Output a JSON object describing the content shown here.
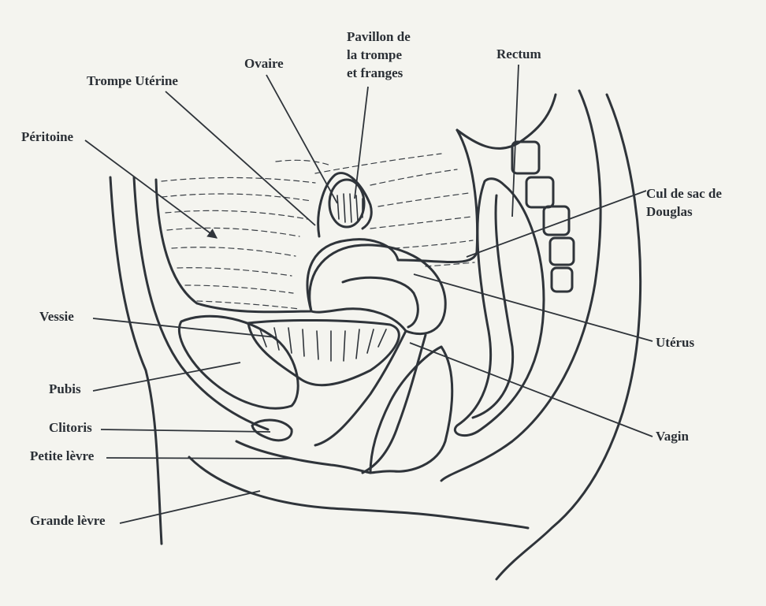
{
  "labels": {
    "peritoine": "Péritoine",
    "trompe": "Trompe Utérine",
    "ovaire": "Ovaire",
    "pavillon_1": "Pavillon de",
    "pavillon_2": "la trompe",
    "pavillon_3": "et franges",
    "rectum": "Rectum",
    "douglas_1": "Cul de sac de",
    "douglas_2": "Douglas",
    "vessie": "Vessie",
    "uterus": "Utérus",
    "pubis": "Pubis",
    "clitoris": "Clitoris",
    "vagin": "Vagin",
    "petite_levre": "Petite lèvre",
    "grande_levre": "Grande lèvre"
  },
  "colors": {
    "background": "#f4f4ef",
    "ink": "#2f343a"
  }
}
